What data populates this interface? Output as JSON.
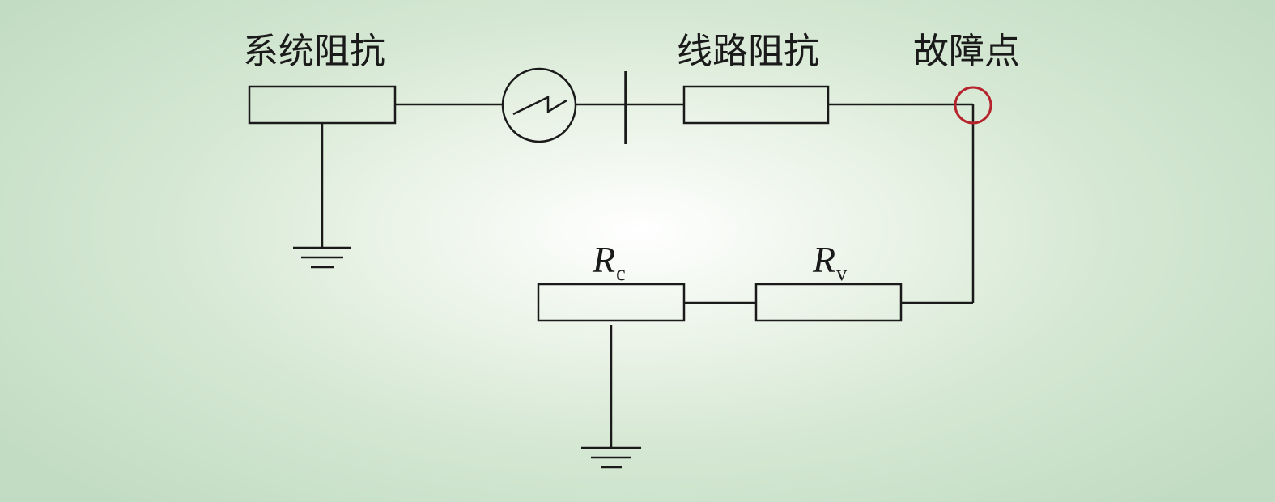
{
  "labels": {
    "system_impedance": "系统阻抗",
    "line_impedance": "线路阻抗",
    "fault_point": "故障点",
    "rc_main": "R",
    "rc_sub": "c",
    "rv_main": "R",
    "rv_sub": "v"
  },
  "colors": {
    "background_center": "#ffffff",
    "background_edge": "#c2dcc3",
    "line": "#1a1a1a",
    "fault_marker": "#b5242c"
  },
  "icons": {
    "source": "ac-source-icon",
    "breaker": "breaker-icon",
    "ground": "ground-icon",
    "fault": "fault-point-marker"
  }
}
